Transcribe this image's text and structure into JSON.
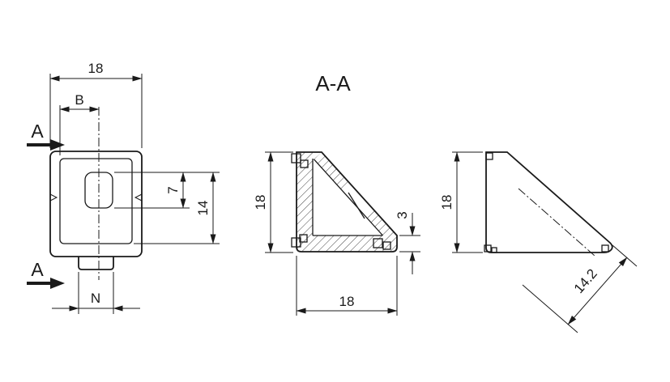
{
  "title": {
    "label": "A-A"
  },
  "front_view": {
    "width_dim": "18",
    "slot_position_dim": "B",
    "slot_height_dim": "7",
    "height_dim": "14",
    "tab_width_dim": "N",
    "section_marker_top": "A",
    "section_marker_bottom": "A"
  },
  "section_view": {
    "height_dim": "18",
    "width_dim": "18",
    "wall_thickness_dim": "3"
  },
  "side_view": {
    "height_dim": "18",
    "diagonal_face_dim": "14.2"
  },
  "colors": {
    "line_color": "#1a1a1a",
    "background": "#ffffff"
  }
}
